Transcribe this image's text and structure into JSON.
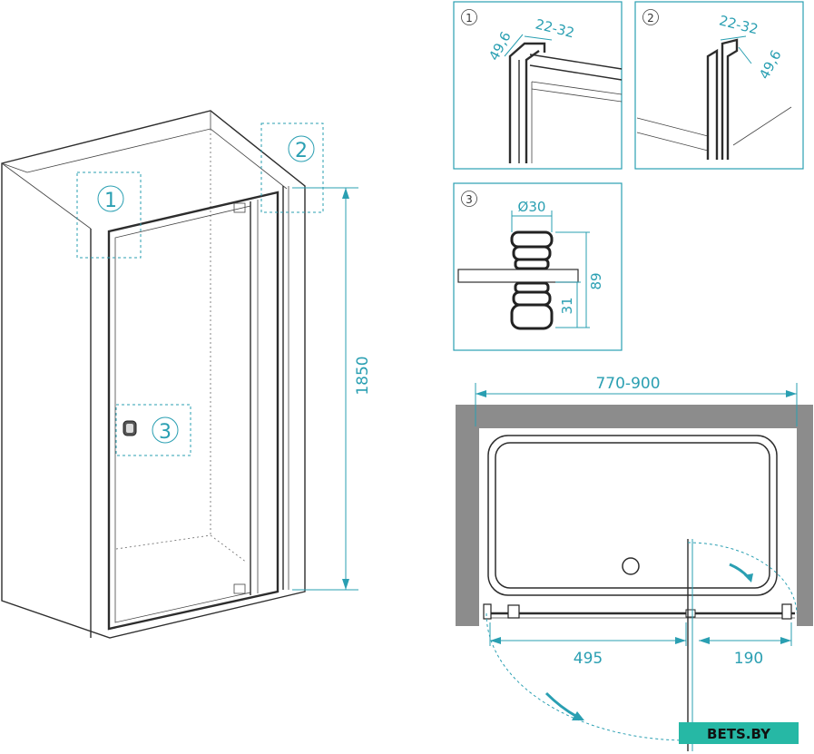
{
  "callouts": {
    "c1": "1",
    "c2": "2",
    "c3": "3"
  },
  "dimensions": {
    "height": "1850",
    "profile_depth": "49,6",
    "profile_width": "22-32",
    "handle_diameter": "Ø30",
    "handle_height": "89",
    "handle_offset": "31",
    "opening_width": "770-900",
    "door_width": "495",
    "fixed_width": "190"
  },
  "watermark": "BETS.BY",
  "colors": {
    "dimension": "#2a9fb2",
    "wall": "#8c8c8c",
    "line": "#2d2d2d"
  }
}
